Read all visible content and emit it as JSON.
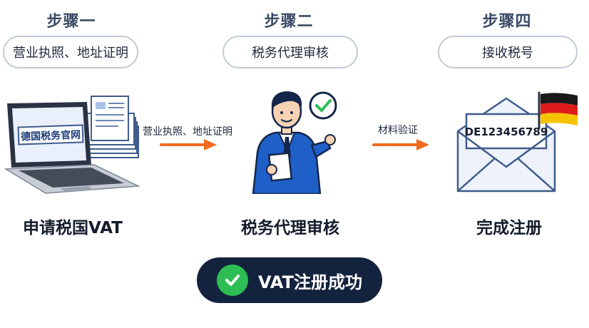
{
  "steps": [
    {
      "title": "步骤一",
      "pill": "营业执照、地址证明",
      "label": "申请税国VAT"
    },
    {
      "title": "步骤二",
      "pill": "税务代理审核",
      "label": "税务代理审核"
    },
    {
      "title": "步骤四",
      "pill": "接收税号",
      "label": "完成注册"
    }
  ],
  "arrows": [
    {
      "label": "营业执照、地址证明"
    },
    {
      "label": "材料验证"
    }
  ],
  "laptop": {
    "screen_text": "德国税务官网"
  },
  "envelope": {
    "vat_number": "DE123456789"
  },
  "success": {
    "text": "VAT注册成功"
  },
  "colors": {
    "accent_arrow": "#f26b21",
    "navy": "#13233d",
    "check_green": "#2dbd54"
  }
}
